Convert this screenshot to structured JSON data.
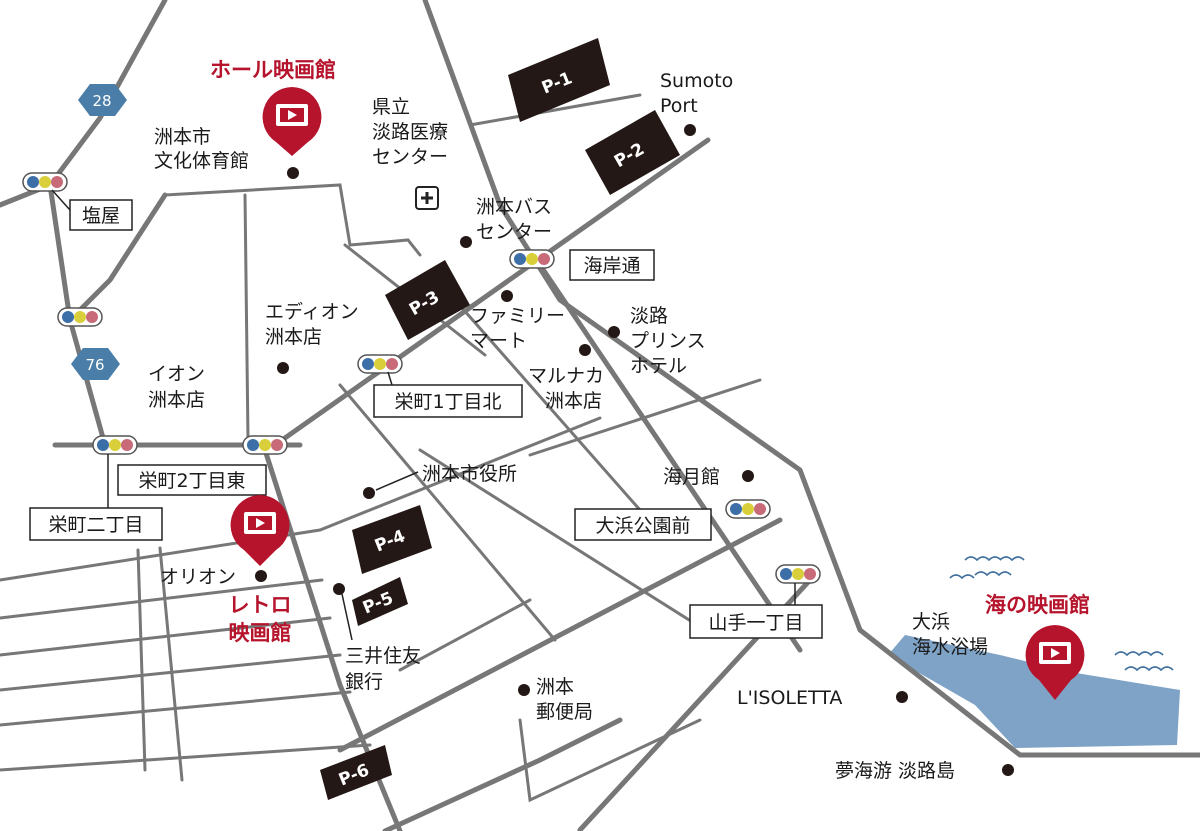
{
  "colors": {
    "road": "#777777",
    "venue": "#b5142c",
    "sea": "#7fa3c6",
    "parking": "#231815",
    "signal_blue": "#3c6fa8",
    "signal_yellow": "#d9cf3a",
    "signal_red": "#c86a78"
  },
  "venues": {
    "hall": "ホール映画館",
    "retro_1": "レトロ",
    "retro_2": "映画館",
    "sea": "海の映画館"
  },
  "parking": {
    "p1": "P-1",
    "p2": "P-2",
    "p3": "P-3",
    "p4": "P-4",
    "p5": "P-5",
    "p6": "P-6"
  },
  "routes": {
    "r28": "28",
    "r76": "76"
  },
  "intersections": {
    "shioya": "塩屋",
    "kaigandori": "海岸通",
    "sakaemachi_1": "栄町1丁目北",
    "sakaemachi_2_east": "栄町2丁目東",
    "sakaemachi_nichome": "栄町二丁目",
    "ohama_park": "大浜公園前",
    "yamate": "山手一丁目"
  },
  "places": {
    "gym_1": "洲本市",
    "gym_2": "文化体育館",
    "hospital_1": "県立",
    "hospital_2": "淡路医療",
    "hospital_3": "センター",
    "port_1": "Sumoto",
    "port_2": "Port",
    "bus_1": "洲本バス",
    "bus_2": "センター",
    "edion_1": "エディオン",
    "edion_2": "洲本店",
    "family_1": "ファミリー",
    "family_2": "マート",
    "hotel_1": "淡路",
    "hotel_2": "プリンス",
    "hotel_3": "ホテル",
    "aeon_1": "イオン",
    "aeon_2": "洲本店",
    "marunaka_1": "マルナカ",
    "marunaka_2": "洲本店",
    "cityhall": "洲本市役所",
    "kaigetsukan": "海月館",
    "orion": "オリオン",
    "bank_1": "三井住友",
    "bank_2": "銀行",
    "post_1": "洲本",
    "post_2": "郵便局",
    "isoletta": "L'ISOLETTA",
    "beach_1": "大浜",
    "beach_2": "海水浴場",
    "yumekaiyu": "夢海游 淡路島"
  }
}
